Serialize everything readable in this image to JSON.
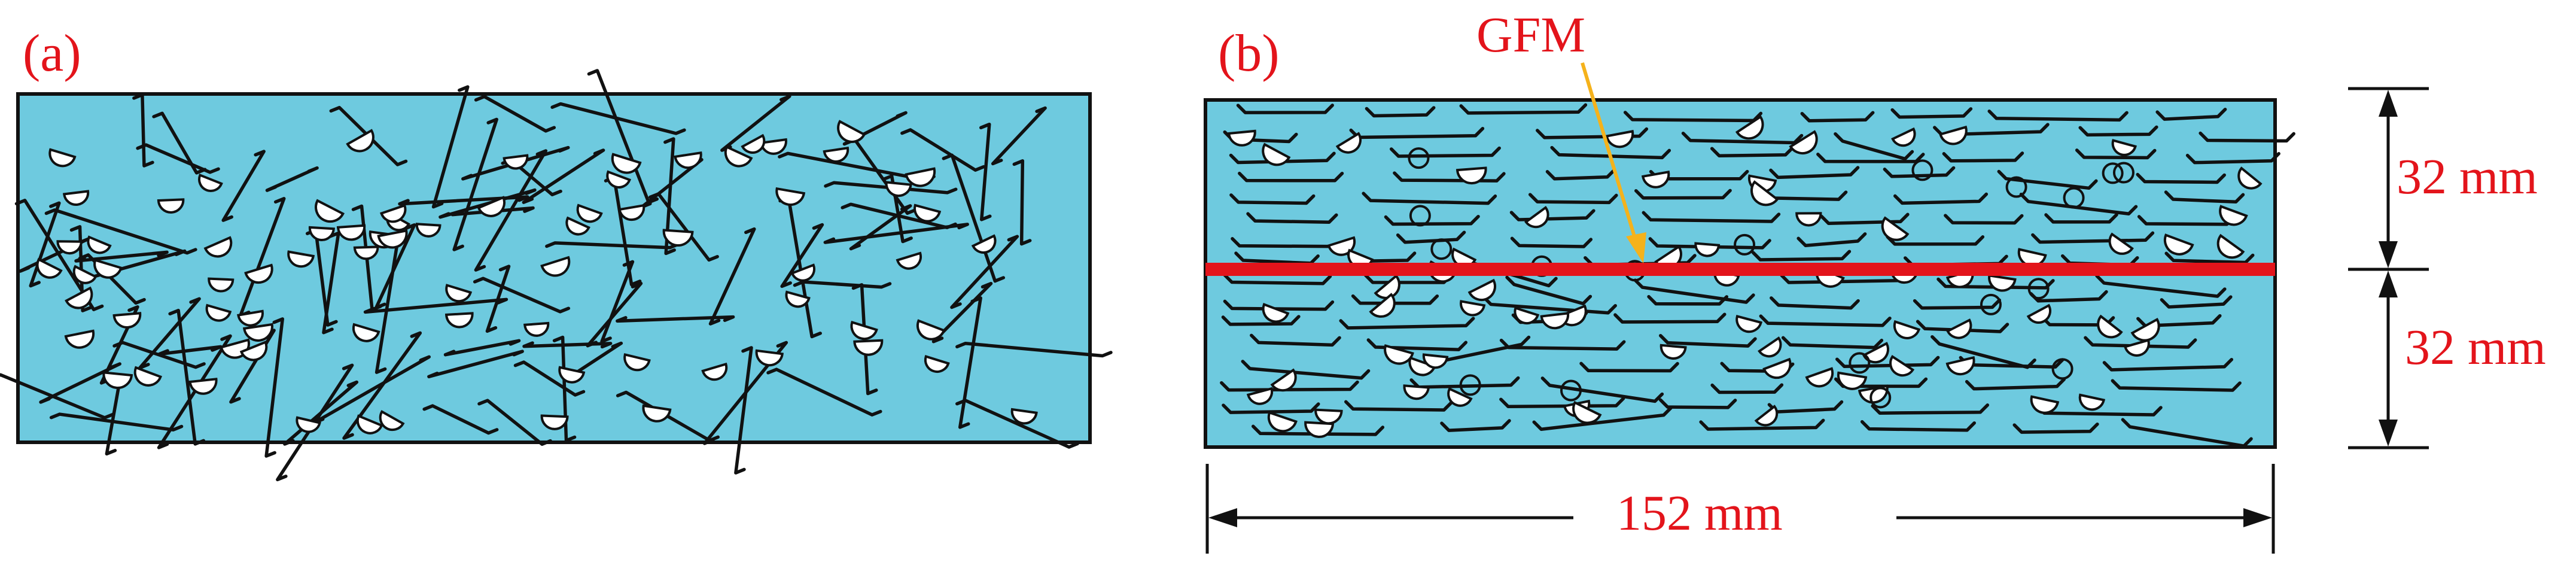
{
  "panel_a": {
    "label": "(a)"
  },
  "panel_b": {
    "label": "(b)",
    "pointer_label": "GFM",
    "dim_top": "32 mm",
    "dim_bottom": "32 mm",
    "dim_width": "152 mm"
  },
  "colors": {
    "matrix": "#6ecadf",
    "fiber": "#111111",
    "aggregate": "#ffffff",
    "gfm_layer": "#e3141b",
    "label_text": "#e3141b",
    "pointer_arrow": "#f5b21b"
  },
  "icons": {
    "aggregate": "half-moon-aggregate-icon",
    "pore": "circle-pore-icon",
    "fiber_random": "random-steel-fiber-icon",
    "fiber_aligned": "aligned-hooked-fiber-icon"
  }
}
